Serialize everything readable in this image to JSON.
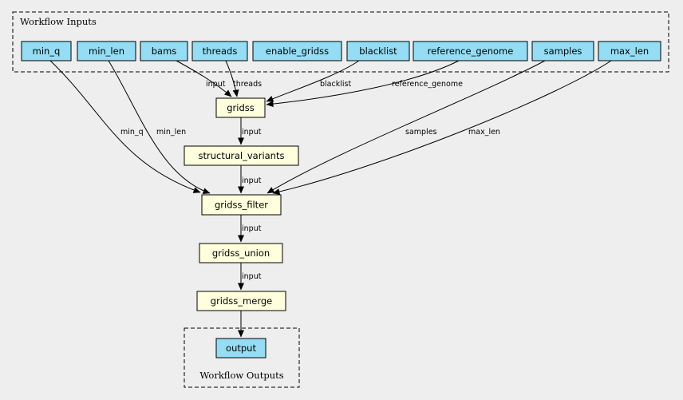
{
  "clusters": {
    "inputs_label": "Workflow Inputs",
    "outputs_label": "Workflow Outputs"
  },
  "colors": {
    "background": "#eeeeee",
    "input_fill": "#94ddf4",
    "step_fill": "#ffffdd",
    "output_fill": "#94ddf4",
    "stroke": "#000000"
  },
  "inputs": [
    {
      "id": "min_q",
      "label": "min_q"
    },
    {
      "id": "min_len",
      "label": "min_len"
    },
    {
      "id": "bams",
      "label": "bams"
    },
    {
      "id": "threads",
      "label": "threads"
    },
    {
      "id": "enable_gridss",
      "label": "enable_gridss"
    },
    {
      "id": "blacklist",
      "label": "blacklist"
    },
    {
      "id": "reference_genome",
      "label": "reference_genome"
    },
    {
      "id": "samples",
      "label": "samples"
    },
    {
      "id": "max_len",
      "label": "max_len"
    }
  ],
  "steps": [
    {
      "id": "gridss",
      "label": "gridss"
    },
    {
      "id": "structural_variants",
      "label": "structural_variants"
    },
    {
      "id": "gridss_filter",
      "label": "gridss_filter"
    },
    {
      "id": "gridss_union",
      "label": "gridss_union"
    },
    {
      "id": "gridss_merge",
      "label": "gridss_merge"
    }
  ],
  "outputs": [
    {
      "id": "output",
      "label": "output"
    }
  ],
  "edges": [
    {
      "from": "bams",
      "to": "gridss",
      "label": "input"
    },
    {
      "from": "threads",
      "to": "gridss",
      "label": "threads"
    },
    {
      "from": "blacklist",
      "to": "gridss",
      "label": "blacklist"
    },
    {
      "from": "reference_genome",
      "to": "gridss",
      "label": "reference_genome"
    },
    {
      "from": "gridss",
      "to": "structural_variants",
      "label": "input"
    },
    {
      "from": "min_q",
      "to": "gridss_filter",
      "label": "min_q"
    },
    {
      "from": "min_len",
      "to": "gridss_filter",
      "label": "min_len"
    },
    {
      "from": "samples",
      "to": "gridss_filter",
      "label": "samples"
    },
    {
      "from": "max_len",
      "to": "gridss_filter",
      "label": "max_len"
    },
    {
      "from": "structural_variants",
      "to": "gridss_filter",
      "label": "input"
    },
    {
      "from": "gridss_filter",
      "to": "gridss_union",
      "label": "input"
    },
    {
      "from": "gridss_union",
      "to": "gridss_merge",
      "label": "input"
    },
    {
      "from": "gridss_merge",
      "to": "output",
      "label": ""
    }
  ]
}
